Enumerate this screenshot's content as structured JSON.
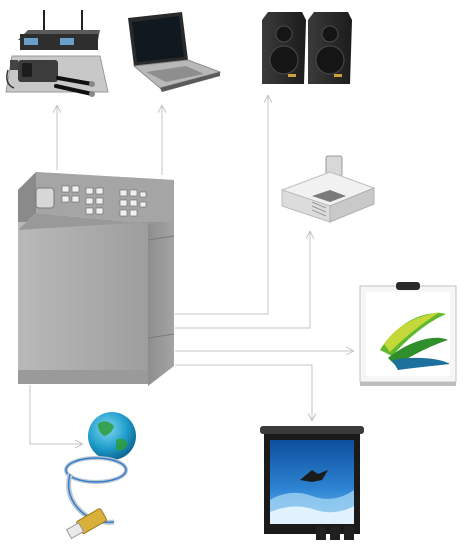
{
  "diagram": {
    "nodes": [
      {
        "id": "podium",
        "icon": "control-podium-icon"
      },
      {
        "id": "mic",
        "icon": "wireless-microphone-kit-icon"
      },
      {
        "id": "laptop",
        "icon": "laptop-icon"
      },
      {
        "id": "speakers",
        "icon": "speakers-icon"
      },
      {
        "id": "projector",
        "icon": "projector-icon"
      },
      {
        "id": "whiteboard",
        "icon": "interactive-whiteboard-icon"
      },
      {
        "id": "screen",
        "icon": "projection-screen-icon"
      },
      {
        "id": "network",
        "icon": "network-globe-icon"
      }
    ],
    "edges": [
      {
        "from": "podium",
        "to": "mic"
      },
      {
        "from": "podium",
        "to": "laptop"
      },
      {
        "from": "podium",
        "to": "speakers"
      },
      {
        "from": "podium",
        "to": "projector"
      },
      {
        "from": "podium",
        "to": "whiteboard"
      },
      {
        "from": "podium",
        "to": "screen"
      },
      {
        "from": "podium",
        "to": "network"
      }
    ],
    "colors": {
      "connector": "#c4c4c4",
      "cabinet": "#a9a9a9",
      "screen_blue": "#1b6fc4",
      "globe": "#1fa3c9"
    }
  }
}
